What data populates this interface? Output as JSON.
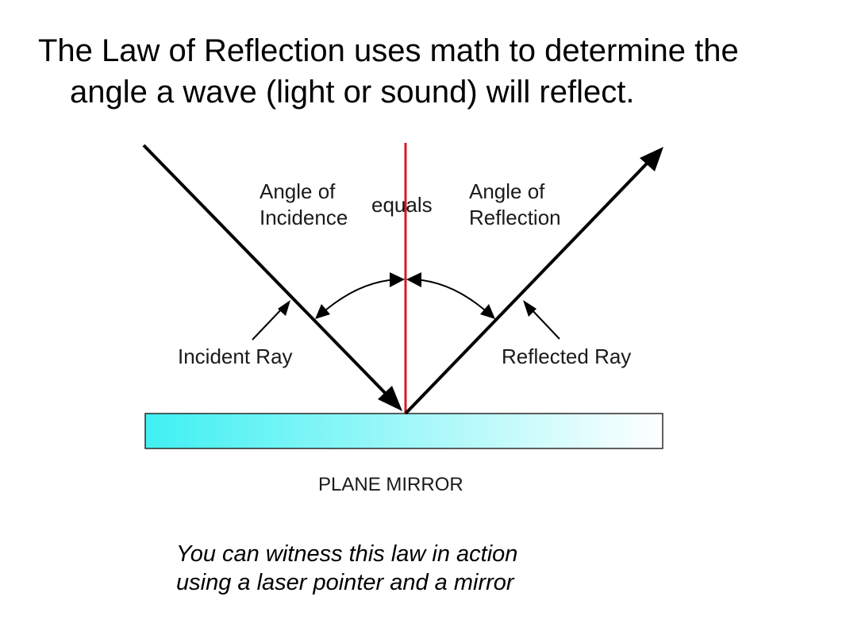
{
  "heading": {
    "line1": "The Law of Reflection uses math to determine the",
    "line2": "angle a wave (light or sound) will reflect."
  },
  "diagram": {
    "angle_of_incidence": [
      "Angle of",
      "Incidence"
    ],
    "equals": "equals",
    "angle_of_reflection": [
      "Angle of",
      "Reflection"
    ],
    "incident_ray": "Incident Ray",
    "reflected_ray": "Reflected Ray",
    "mirror_label": "PLANE MIRROR",
    "colors": {
      "normal_line": "#d01c24",
      "mirror_start": "#3ff0f2",
      "mirror_end": "#ffffff",
      "ray": "#000000"
    }
  },
  "note": {
    "line1": "You can witness this law in action",
    "line2": "using a laser pointer and a mirror"
  }
}
